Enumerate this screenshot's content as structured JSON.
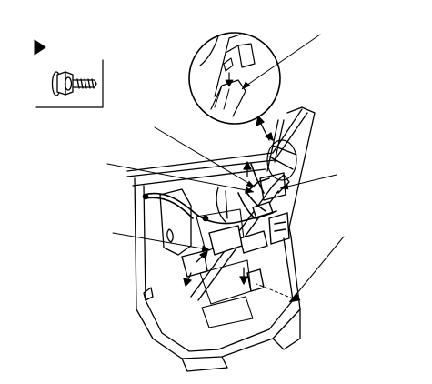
{
  "diagram": {
    "ink_color": "#000000",
    "fill_color": "#ffffff",
    "icons": {
      "play_marker": "triangle-marker",
      "fastener": "flange-bolt",
      "detail_view": "magnified-clip-detail"
    },
    "callouts": [
      {
        "name": "callout-upper-right",
        "text": ""
      },
      {
        "name": "callout-upper-left",
        "text": ""
      },
      {
        "name": "callout-mid-left",
        "text": ""
      },
      {
        "name": "callout-mid-right",
        "text": ""
      },
      {
        "name": "callout-lower-left",
        "text": ""
      },
      {
        "name": "callout-lower-right",
        "text": ""
      }
    ]
  }
}
